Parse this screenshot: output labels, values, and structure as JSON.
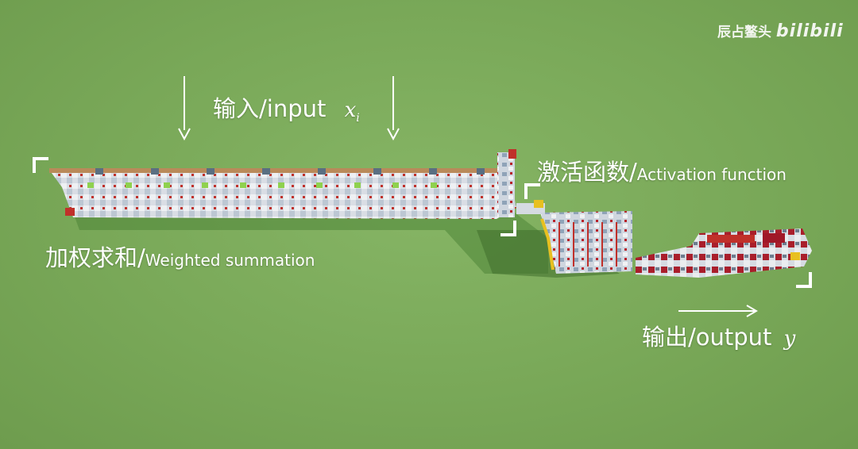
{
  "watermark": {
    "text": "辰占鳌头",
    "logo": "bilibili"
  },
  "input_label": {
    "text": "输入/input",
    "var": "x",
    "sub": "i"
  },
  "activation_label": {
    "cn": "激活函数/",
    "en": "Activation function"
  },
  "sum_label": {
    "cn": "加权求和/",
    "en": "Weighted summation"
  },
  "output_label": {
    "text": "输出/output",
    "var": "y"
  },
  "colors": {
    "grass": "#79a858",
    "shadow": "#4a7a34",
    "stone": "#d7dbe2",
    "redstone": "#c0302a",
    "slime": "#8fd14f",
    "gold": "#e8c020"
  }
}
